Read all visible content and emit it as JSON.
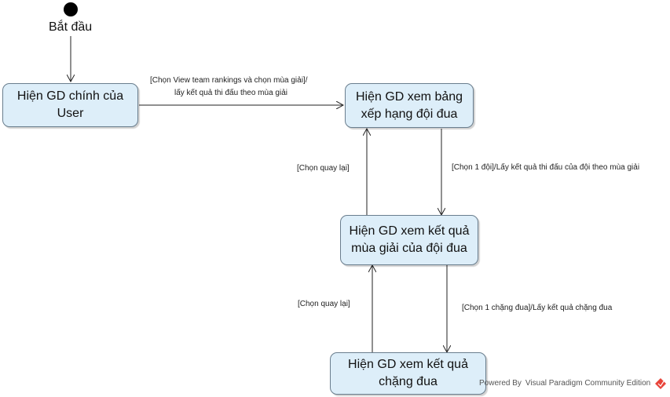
{
  "start": {
    "label": "Bắt đầu"
  },
  "states": {
    "main": "Hiện GD chính của User",
    "rankings": "Hiện GD xem bảng xếp hạng đội đua",
    "team_season": "Hiện GD xem kết quả mùa giải của đội đua",
    "race_result": "Hiện GD xem kết quả chặng đua"
  },
  "transitions": {
    "to_rankings_line1": "[Chọn View team rankings và chọn mùa giải]/",
    "to_rankings_line2": "lấy kết quả thi đấu theo mùa giải",
    "choose_team": "[Chọn 1 đội]/Lấy kết quả thi đấu của đội theo mùa giải",
    "back_1": "[Chọn quay lại]",
    "choose_race": "[Chọn 1 chặng đua]/Lấy kết quả chặng đua",
    "back_2": "[Chọn quay lại]"
  },
  "watermark": "Powered By Visual Paradigm Community Edition",
  "colors": {
    "state_fill": "#ddeef9",
    "state_border": "#6a7e8e",
    "edge": "#222222",
    "logo": "#e8443a"
  }
}
